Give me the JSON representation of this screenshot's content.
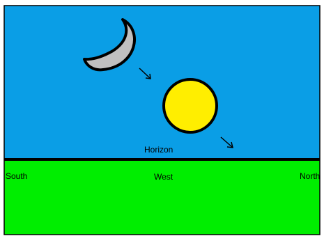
{
  "diagram": {
    "horizon_label": "Horizon",
    "directions": {
      "left": "South",
      "center": "West",
      "right": "North"
    },
    "objects": {
      "moon": "moon-icon",
      "sun": "sun-icon"
    },
    "colors": {
      "sky": "#0a9ee6",
      "ground": "#00ee00",
      "horizon_line": "#000000",
      "sun": "#ffee00",
      "moon": "#c0c0c0",
      "outline": "#000000"
    }
  }
}
